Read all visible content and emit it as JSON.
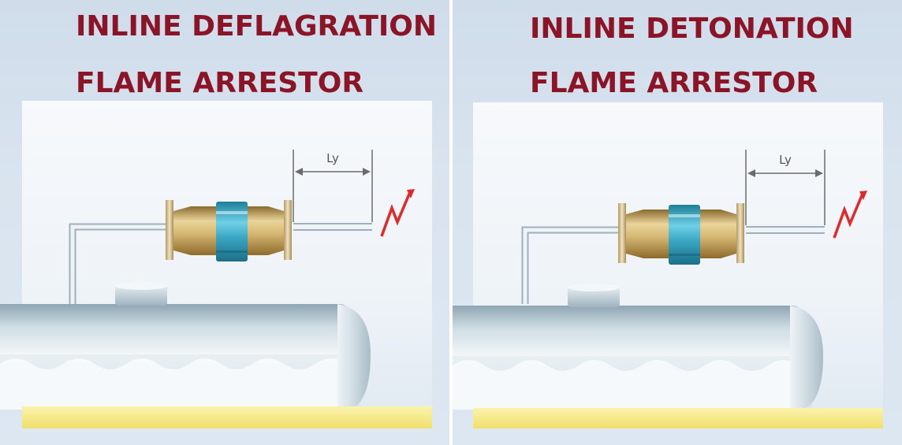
{
  "panels": [
    {
      "id": "deflagration",
      "title_line1": "INLINE DEFLAGRATION",
      "title_line2": "FLAME ARRESTOR",
      "dimension_label": "Ly"
    },
    {
      "id": "detonation",
      "title_line1": "INLINE DETONATION",
      "title_line2": "FLAME ARRESTOR",
      "dimension_label": "Ly"
    }
  ],
  "colors": {
    "title": "#8b1426",
    "ignition_spark": "#e02a2a",
    "arrestor_housing": "#c9a865",
    "arrestor_element": "#3aa6c4",
    "pipe": "#dfe6ec",
    "ground": "#f4e98a",
    "background": "#d6e1ed"
  },
  "icons": {
    "ignition": "lightning-spark-icon"
  }
}
